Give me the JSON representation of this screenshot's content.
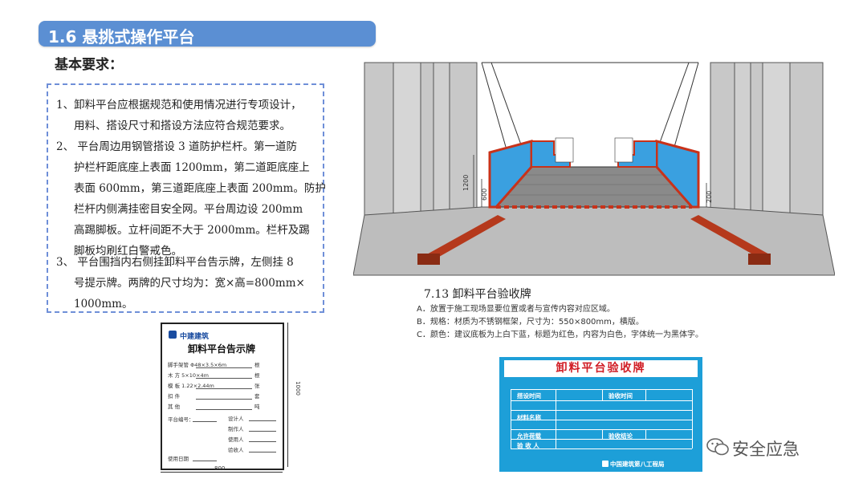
{
  "header": {
    "section_title": "1.6  悬挑式操作平台",
    "subtitle": "基本要求："
  },
  "requirements": {
    "item1": [
      "1、卸料平台应根据规范和使用情况进行专项设计，",
      "用料、搭设尺寸和搭设方法应符合规范要求。"
    ],
    "item2": [
      "2、  平台周边用钢管搭设 3 道防护栏杆。第一道防",
      "护栏杆距底座上表面 1200mm，第二道距底座上",
      "表面 600mm，第三道距底座上表面 200mm。防护",
      "栏杆内侧满挂密目安全网。平台周边设  200mm",
      "高踢脚板。立杆间距不大于 2000mm。栏杆及踢",
      "脚板均刷红白警戒色。"
    ],
    "item3": [
      "3、  平台围挡内右侧挂卸料平台告示牌，左侧挂  8",
      "号提示牌。两牌的尺寸均为：宽×高=800mm×",
      "1000mm。"
    ]
  },
  "drawing": {
    "dim_1200": "1200",
    "dim_600": "600",
    "dim_200": "200"
  },
  "notice_sign": {
    "company": "中建建筑",
    "title": "卸料平台告示牌",
    "rows": [
      {
        "label": "脚手架管",
        "value": "Φ48×3.5×6m",
        "unit": "根"
      },
      {
        "label": "木    方",
        "value": "5×10×4m",
        "unit": "根"
      },
      {
        "label": "模    板",
        "value": "1.22×2.44m",
        "unit": "张"
      },
      {
        "label": "扣    件",
        "value": "",
        "unit": "套"
      },
      {
        "label": "其    他",
        "value": "",
        "unit": "吨"
      }
    ],
    "platform_no": "平台编号：",
    "designer": "设计人",
    "maker": "制作人",
    "user": "使用人",
    "acceptor": "验收人",
    "stamp": "使用日期",
    "dim_height": "1000",
    "dim_width": "800"
  },
  "spec": {
    "title": "7.13  卸料平台验收牌",
    "line_a": "A．放置于施工现场显要位置或者与宣传内容对应区域。",
    "line_b": "B．规格：材质为不锈钢框架，尺寸为：550×800mm，横版。",
    "line_c": "C．颜色：建议底板为上白下蓝，标题为红色，内容为白色，字体统一为黑体字。"
  },
  "acceptance_board": {
    "title": "卸料平台验收牌",
    "setup_time": "搭设时间",
    "accept_time": "验收时间",
    "material": "材料名称",
    "allow_load": "允许荷载",
    "conclusion": "验收结论",
    "acceptor": "验 收 人",
    "org": "中国建筑第八工程局"
  },
  "watermark": {
    "text": "安全应急"
  },
  "colors": {
    "banner": "#5b8fd3",
    "dashed_border": "#6f8fd8",
    "board_blue": "#1d9fd8",
    "board_red": "#d01c24",
    "platform_red": "#c8321a"
  }
}
